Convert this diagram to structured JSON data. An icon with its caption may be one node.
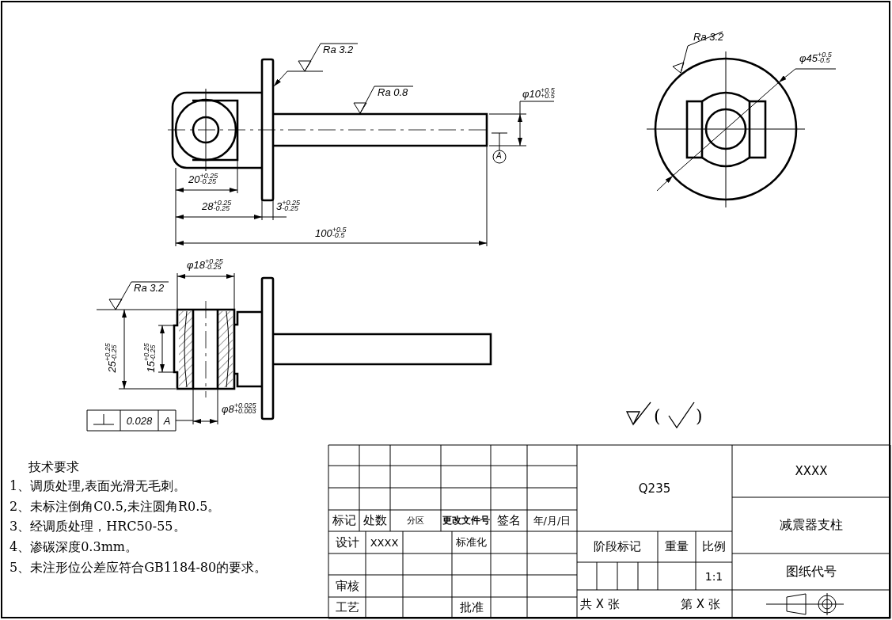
{
  "diagram": {
    "labels": [
      "Ra 3.2",
      "Ra 0.8",
      "φ10$^{+0.5}$$_{+0.5}$",
      "A",
      "20$^{+0.25}$$_{-0.25}$",
      "28$^{+0.25}$$_{-0.25}$",
      "3$^{+0.25}$$_{-0.25}$",
      "100$^{+0.5}$$_{-0.5}$",
      "Ra 3.2",
      "φ45$^{+0.5}$$_{-0.5}$",
      "φ18$^{+0.25}$$_{-0.25}$",
      "Ra 3.2",
      "25$^{+0.25}$$_{-0.25}$",
      "15$^{+0.25}$$_{-0.25}$",
      "φ8$^{+0.025}$$_{+0.003}$",
      "0.028",
      "A",
      "(",
      ")",
      "技术要求",
      "1、调质处理,表面光滑无毛刺。",
      "2、未标注倒角C0.5,未注圆角R0.5。",
      "3、经调质处理，HRC50-55。",
      "4、渗碳深度0.3mm。",
      "5、未注形位公差应符合GB1184-80的要求。",
      "标记",
      "处数",
      "分区",
      "更改文件号",
      "签名",
      "年/月/日",
      "设计",
      "XXXX",
      "标准化",
      "审核",
      "工艺",
      "批准",
      "Q235",
      "阶段标记",
      "重量",
      "比例",
      "1:1",
      "共 X 张",
      "第 X 张",
      "XXXX",
      "减震器支柱",
      "图纸代号"
    ]
  }
}
